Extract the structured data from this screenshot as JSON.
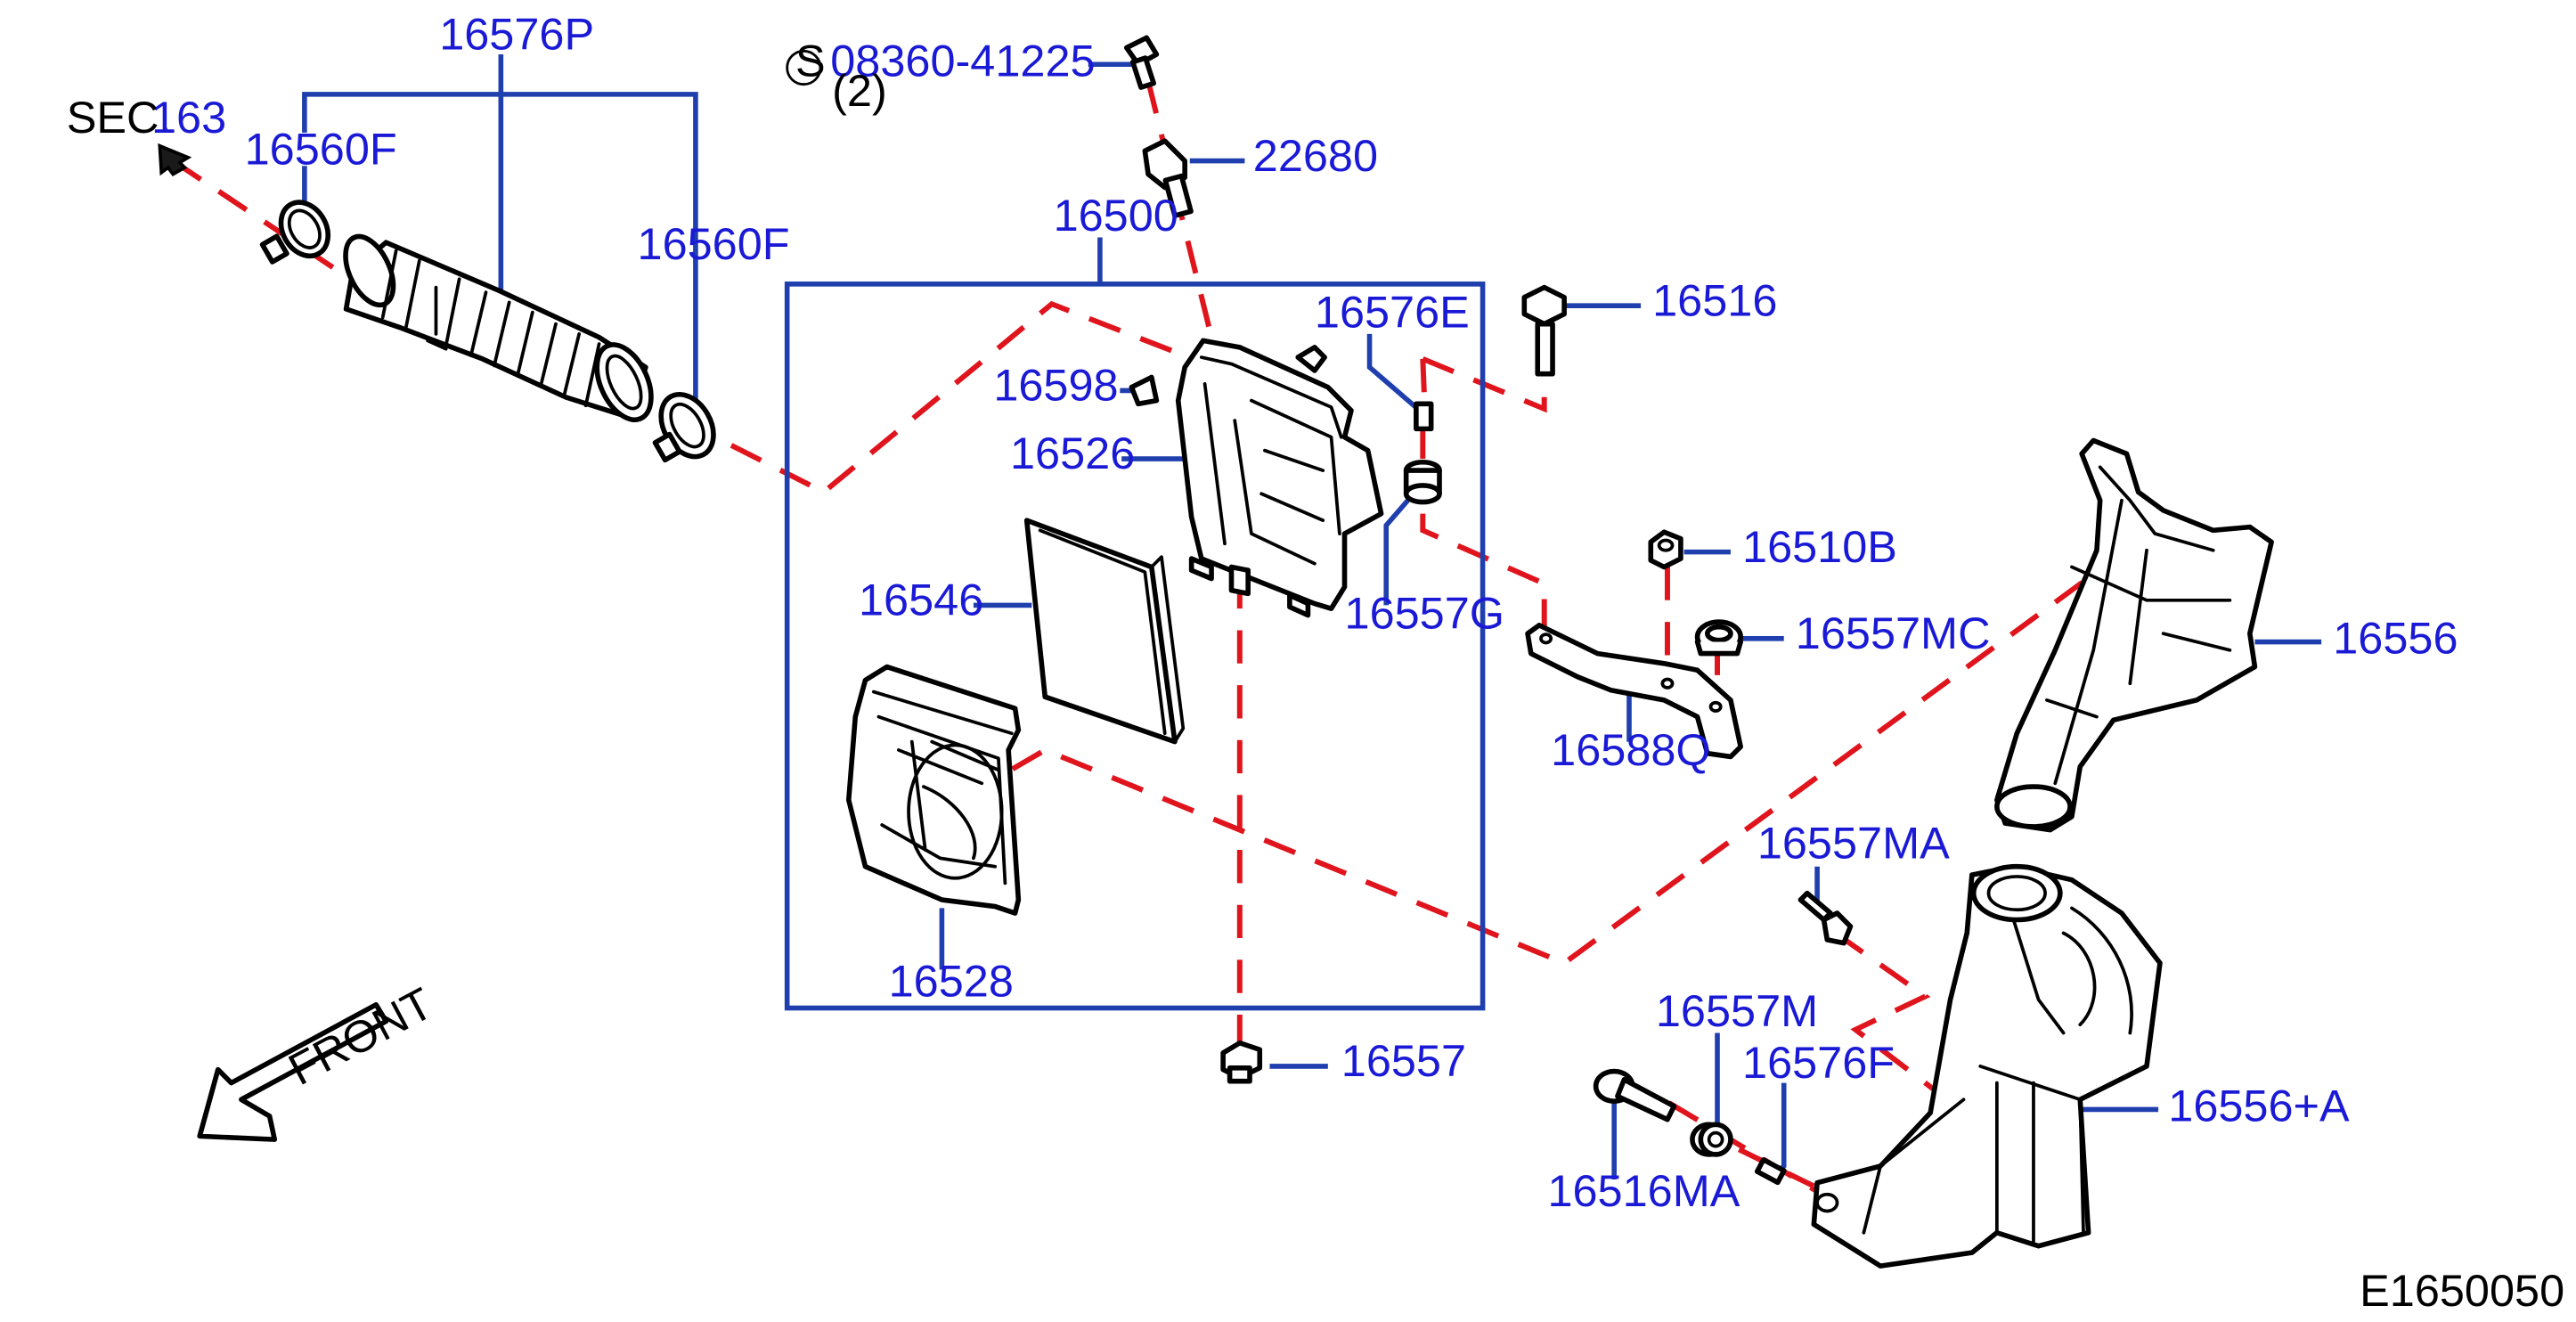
{
  "diagram_id": "E1650050",
  "section_ref": {
    "prefix": "SEC.",
    "number": "163"
  },
  "front_label": "FRONT",
  "screw_spec": {
    "symbol": "S",
    "part": "08360-41225",
    "qty": "(2)"
  },
  "parts": {
    "p16576P": "16576P",
    "p16560F_left": "16560F",
    "p16560F_right": "16560F",
    "p22680": "22680",
    "p16500": "16500",
    "p16598": "16598",
    "p16526": "16526",
    "p16576E": "16576E",
    "p16516": "16516",
    "p16557G": "16557G",
    "p16546": "16546",
    "p16528": "16528",
    "p16510B": "16510B",
    "p16557MC": "16557MC",
    "p16588Q": "16588Q",
    "p16556": "16556",
    "p16557MA": "16557MA",
    "p16557": "16557",
    "p16557M": "16557M",
    "p16576F": "16576F",
    "p16556A": "16556+A",
    "p16516MA": "16516MA"
  }
}
